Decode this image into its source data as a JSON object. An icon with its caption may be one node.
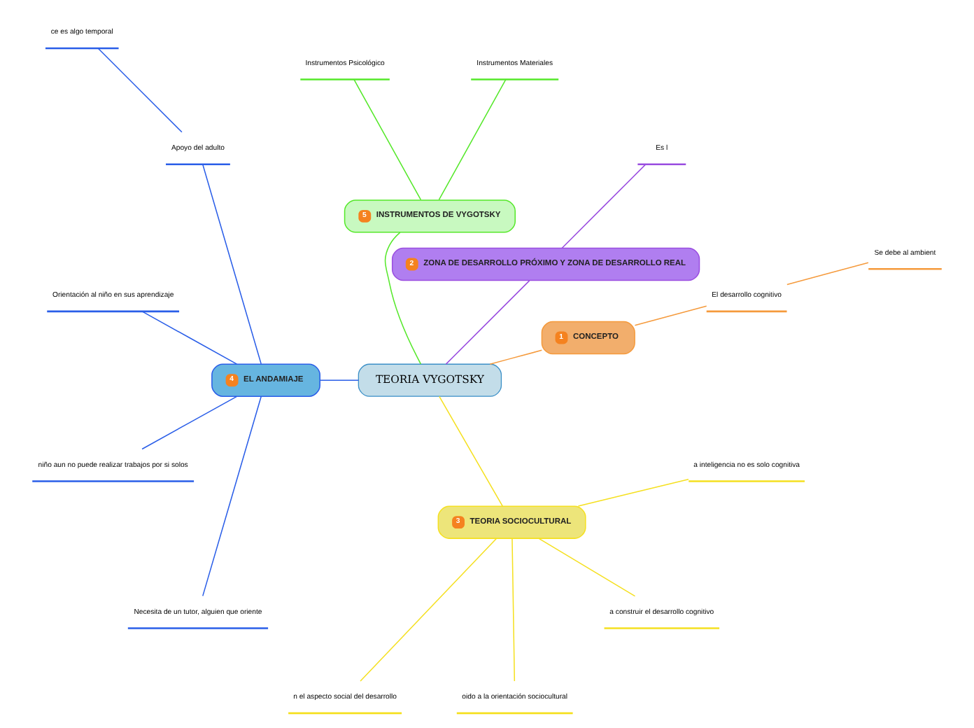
{
  "diagram": {
    "nodes": [
      {
        "text": [
          "TEORIA VYGOTSKY"
        ]
      },
      {
        "text": [
          "1",
          "CONCEPTO"
        ]
      },
      {
        "text": [
          "El desarrollo cognitivo"
        ]
      },
      {
        "text": [
          "Se debe al ambient"
        ]
      },
      {
        "text": [
          "2",
          "ZONA DE DESARROLLO PRÓXIMO Y ZONA DE DESARROLLO REAL"
        ]
      },
      {
        "text": [
          "Es l"
        ]
      },
      {
        "text": [
          "5",
          "INSTRUMENTOS DE VYGOTSKY"
        ]
      },
      {
        "text": [
          "Instrumentos Materiales"
        ]
      },
      {
        "text": [
          "Instrumentos Psicológico"
        ]
      },
      {
        "text": [
          "4",
          "EL ANDAMIAJE"
        ]
      },
      {
        "text": [
          "Apoyo del adulto"
        ]
      },
      {
        "text": [
          "ce es algo temporal"
        ]
      },
      {
        "text": [
          "Orientación al niño en sus aprendizaje"
        ]
      },
      {
        "text": [
          "niño aun no puede realizar trabajos por si solos"
        ]
      },
      {
        "text": [
          "Necesita de un tutor, alguien que oriente"
        ]
      },
      {
        "text": [
          "3",
          "TEORIA SOCIOCULTURAL"
        ]
      },
      {
        "text": [
          "n el aspecto social del desarrollo"
        ]
      },
      {
        "text": [
          "oido a la orientación sociocultural"
        ]
      },
      {
        "text": [
          "a construir el desarrollo cognitivo"
        ]
      },
      {
        "text": [
          "a inteligencia no es solo cognitiva"
        ]
      }
    ],
    "edges": [
      {
        "from": 0,
        "to": 1,
        "arrow": "none",
        "color": "#f59a3c"
      },
      {
        "from": 1,
        "to": 2,
        "arrow": "none",
        "color": "#f59a3c"
      },
      {
        "from": 2,
        "to": 3,
        "arrow": "none",
        "color": "#f59a3c"
      },
      {
        "from": 0,
        "to": 4,
        "arrow": "none",
        "color": "#9a4de0"
      },
      {
        "from": 4,
        "to": 5,
        "arrow": "none",
        "color": "#9a4de0"
      },
      {
        "from": 0,
        "to": 6,
        "arrow": "none",
        "color": "#55e82a"
      },
      {
        "from": 6,
        "to": 7,
        "arrow": "none",
        "color": "#55e82a"
      },
      {
        "from": 6,
        "to": 8,
        "arrow": "none",
        "color": "#55e82a"
      },
      {
        "from": 0,
        "to": 9,
        "arrow": "none",
        "color": "#2a5ee8"
      },
      {
        "from": 9,
        "to": 10,
        "arrow": "none",
        "color": "#2a5ee8"
      },
      {
        "from": 10,
        "to": 11,
        "arrow": "none",
        "color": "#2a5ee8"
      },
      {
        "from": 9,
        "to": 12,
        "arrow": "none",
        "color": "#2a5ee8"
      },
      {
        "from": 9,
        "to": 13,
        "arrow": "none",
        "color": "#2a5ee8"
      },
      {
        "from": 9,
        "to": 14,
        "arrow": "none",
        "color": "#2a5ee8"
      },
      {
        "from": 0,
        "to": 15,
        "arrow": "none",
        "color": "#f5e020"
      },
      {
        "from": 15,
        "to": 16,
        "arrow": "none",
        "color": "#f5e020"
      },
      {
        "from": 15,
        "to": 17,
        "arrow": "none",
        "color": "#f5e020"
      },
      {
        "from": 15,
        "to": 18,
        "arrow": "none",
        "color": "#f5e020"
      },
      {
        "from": 15,
        "to": 19,
        "arrow": "none",
        "color": "#f5e020"
      }
    ]
  }
}
